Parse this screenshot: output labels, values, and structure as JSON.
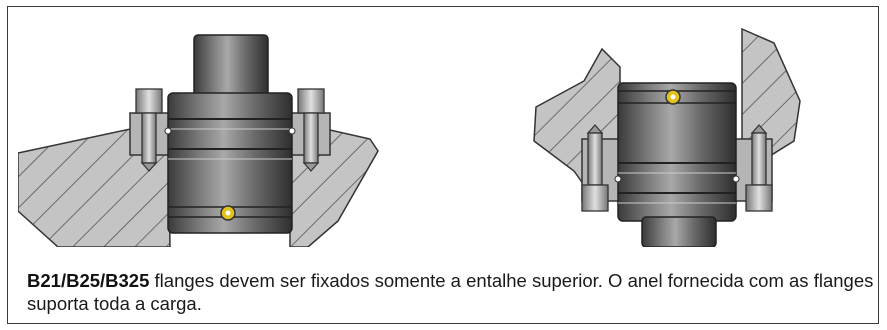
{
  "caption": {
    "models": "B21/B25/B325",
    "text": " flanges devem ser fixados somente a entalhe superior. O anel fornecida com as flanges suporta toda a carga."
  },
  "colors": {
    "steel_dark": "#3c3c3c",
    "steel_mid": "#8a8a8a",
    "steel_light": "#d0d0d0",
    "flange_fill": "#b8b8b8",
    "ring_yellow": "#e3c21b",
    "frame_border": "#3a3a3a"
  },
  "figures": [
    {
      "name": "left-assembly",
      "ring_position": "bottom",
      "shaft_position": "top"
    },
    {
      "name": "right-assembly",
      "ring_position": "top",
      "shaft_position": "bottom"
    }
  ]
}
